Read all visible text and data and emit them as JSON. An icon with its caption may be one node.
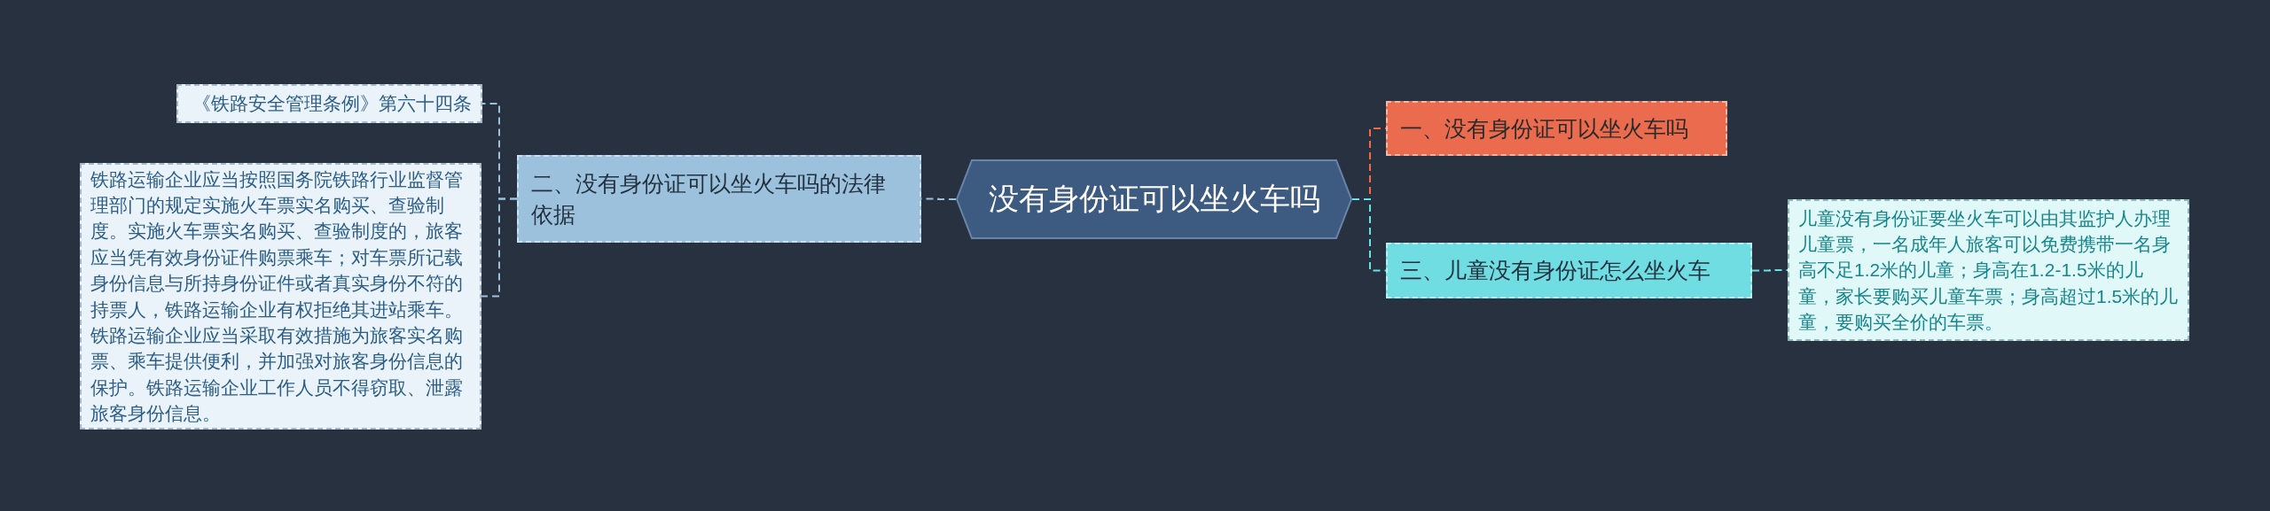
{
  "diagram": {
    "nodes": [
      {
        "text": [
          "没有身份证可以坐火车吗"
        ]
      },
      {
        "text": [
          "一、没有身份证可以坐火车吗"
        ]
      },
      {
        "text": [
          "二、没有身份证可以坐火车吗的法律依据"
        ]
      },
      {
        "text": [
          "《铁路安全管理条例》第六十四条"
        ]
      },
      {
        "text": [
          "铁路运输企业应当按照国务院铁路行业监督管理部门的规定实施火车票实名购买、查验制度。实施火车票实名购买、查验制度的，旅客应当凭有效身份证件购票乘车；对车票所记载身份信息与所持身份证件或者真实身份不符的持票人，铁路运输企业有权拒绝其进站乘车。铁路运输企业应当采取有效措施为旅客实名购票、乘车提供便利，并加强对旅客身份信息的保护。铁路运输企业工作人员不得窃取、泄露旅客身份信息。"
        ]
      },
      {
        "text": [
          "三、儿童没有身份证怎么坐火车"
        ]
      },
      {
        "text": [
          "儿童没有身份证要坐火车可以由其监护人办理儿童票，一名成年人旅客可以免费携带一名身高不足1.2米的儿童；身高在1.2-1.5米的儿童，家长要购买儿童车票；身高超过1.5米的儿童，要购买全价的车票。"
        ]
      }
    ],
    "edges": [
      {
        "from": 0,
        "to": 1,
        "arrow": "none",
        "style": "dashed",
        "color": "#ea6b4d"
      },
      {
        "from": 0,
        "to": 2,
        "arrow": "none",
        "style": "dashed"
      },
      {
        "from": 2,
        "to": 3,
        "arrow": "none",
        "style": "dashed"
      },
      {
        "from": 2,
        "to": 4,
        "arrow": "none",
        "style": "dashed"
      },
      {
        "from": 0,
        "to": 5,
        "arrow": "none",
        "style": "dashed",
        "color": "#6fdde2"
      },
      {
        "from": 5,
        "to": 6,
        "arrow": "none",
        "style": "dashed",
        "color": "#6fdde2"
      }
    ]
  }
}
